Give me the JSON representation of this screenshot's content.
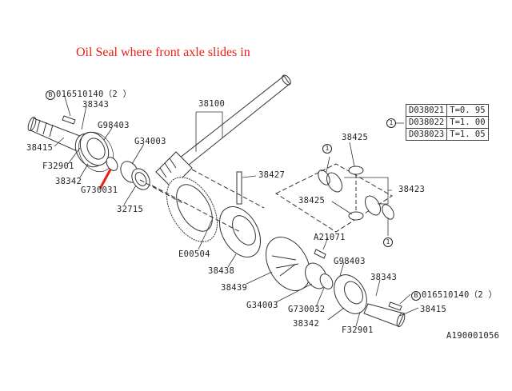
{
  "annotation": "Oil Seal where front axle slides in",
  "annotation_color": "#e8201a",
  "figure_id": "A190001056",
  "bolt_marker": "B",
  "ref_marker": "1",
  "labels": {
    "bolt_left": "016510140（2 ）",
    "plate_left": "38343",
    "oring_left": "G98403",
    "axle_left": "38415",
    "bearing_left": "G34003",
    "snap_left": "F32901",
    "retainer_left": "38342",
    "seal_left": "G730031",
    "shim": "32715",
    "drive_pinion": "38100",
    "pinion_shaft": "38427",
    "pinion_gear_top": "38425",
    "side_gear": "38423",
    "pinion_gear_left": "38425",
    "bolt_case": "A21071",
    "ring_gear_bolt": "E00504",
    "case_left": "38438",
    "oring_right": "G98403",
    "case_right": "38439",
    "plate_right": "38343",
    "bolt_right": "016510140（2 ）",
    "bearing_right": "G34003",
    "seal_right": "G730032",
    "axle_right": "38415",
    "retainer_right": "38342",
    "snap_right": "F32901"
  },
  "washer_table": [
    {
      "part": "D038021",
      "thickness": "T=0. 95"
    },
    {
      "part": "D038022",
      "thickness": "T=1. 00"
    },
    {
      "part": "D038023",
      "thickness": "T=1. 05"
    }
  ]
}
